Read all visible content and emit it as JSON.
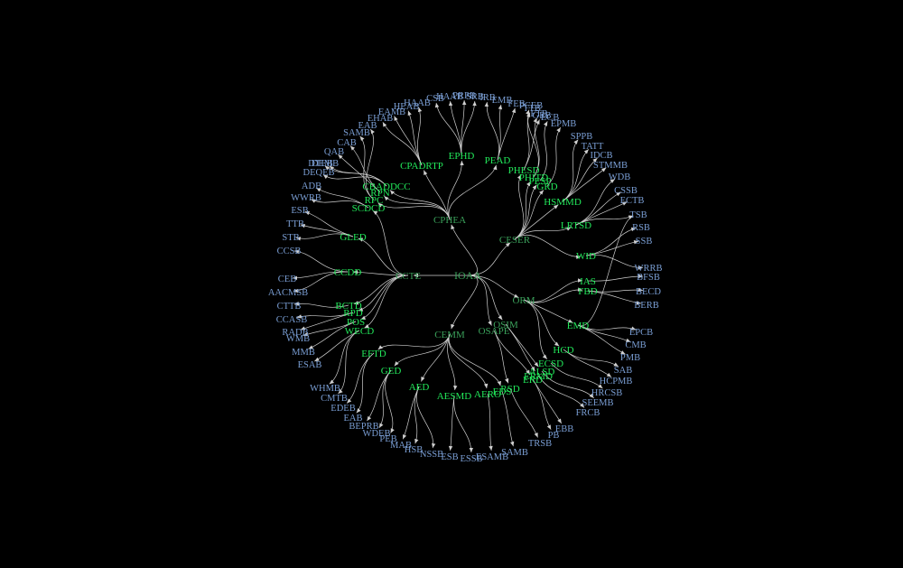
{
  "diagram": {
    "colors": {
      "background": "#000000",
      "edge": "#d0d0d0",
      "root": "#3aa05a",
      "branch": "#3aa05a",
      "mid": "#22e85a",
      "leaf": "#7a9ed4"
    },
    "root": "IOAA",
    "nodes": {
      "IOAA": "IOAA",
      "CPHEA": "CPHEA",
      "CESER": "CESER",
      "ORM": "ORM",
      "OSIM": "OSIM",
      "OSAPE": "OSAPE",
      "CEMM": "CEMM",
      "CCTE": "CCTE",
      "CPADRTP": "CPADRTP",
      "EPHD": "EPHD",
      "PEAD": "PEAD",
      "PHESD": "PHESD",
      "PHITD": "PHITD",
      "PESP": "PESP",
      "GRD": "GRD",
      "HSMMD": "HSMMD",
      "LRTSD": "LRTSD",
      "WID": "WID",
      "IAS": "IAS",
      "FBD": "FBD",
      "EMD": "EMD",
      "HCD": "HCD",
      "ECSD": "ECSD",
      "ALSD": "ALSD",
      "ERD": "ERD",
      "ERMD": "ERMD",
      "RSD": "RSD",
      "EDS": "EDS",
      "AERO": "AERO",
      "AESMD": "AESMD",
      "AED": "AED",
      "GED": "GED",
      "EFTD": "EFTD",
      "WECD": "WECD",
      "POS": "POS",
      "RPD": "RPD",
      "BCTD": "BCTD",
      "CCDD": "CCDD",
      "GLED": "GLED",
      "SCDCD": "SCDCD",
      "RPC": "RPC",
      "RPN": "RPN",
      "CBADDCC": "CBADDCC",
      "CSB": "CSB",
      "HAAB": "HAAB",
      "PRPB": "PRPB",
      "SRB": "SRB",
      "IRB": "IRB",
      "EMB": "EMB",
      "FEB": "FEB",
      "TTB": "TTB",
      "GEB": "GEB",
      "PCEB": "PCEB",
      "FTB": "FTB",
      "ECB": "ECB",
      "EPMB": "EPMB",
      "SPPB": "SPPB",
      "TATT": "TATT",
      "IDCB": "IDCB",
      "STMMB": "STMMB",
      "WDB": "WDB",
      "CSSB": "CSSB",
      "ECTB": "ECTB",
      "TSB": "TSB",
      "RSB": "RSB",
      "SSB": "SSB",
      "WRRB": "WRRB",
      "BFSB": "BFSB",
      "BECD": "BECD",
      "BERB": "BERB",
      "EPCB": "EPCB",
      "CMB": "CMB",
      "PMB": "PMB",
      "SAB": "SAB",
      "HCPMB": "HCPMB",
      "HRCSB": "HRCSB",
      "SEEMB": "SEEMB",
      "FRCB": "FRCB",
      "EBB": "EBB",
      "PB": "PB",
      "TRSB": "TRSB",
      "SAMB": "SAMB",
      "ESAMB": "ESAMB",
      "ESSB": "ESSB",
      "ESB": "ESB",
      "NSSB": "NSSB",
      "HSB": "HSB",
      "MAB": "MAB",
      "PEB": "PEB",
      "WDEB": "WDEB",
      "BEPRB": "BEPRB",
      "EAB": "EAB",
      "EDEB": "EDEB",
      "CMTB": "CMTB",
      "WHMB": "WHMB",
      "ESAB": "ESAB",
      "MMB": "MMB",
      "WMB": "WMB",
      "RADB": "RADB",
      "CCASB": "CCASB",
      "CTTB": "CTTB",
      "AACMSB": "AACMSB",
      "CEB": "CEB",
      "CCSB": "CCSB",
      "STB": "STB",
      "TTB2": "TTB",
      "ESB2": "ESB",
      "WWRB": "WWRB",
      "ADB": "ADB",
      "DEQEB": "DEQEB",
      "DEMB": "DEMB",
      "DTEB": "DTEB",
      "QAB": "QAB",
      "CAB": "CAB",
      "SAMB2": "SAMB",
      "EAB2": "EAB",
      "EHAB": "EHAB",
      "EAMB": "EAMB",
      "HEAB": "HEAB",
      "HAAB2": "HAAB"
    },
    "edges": [
      [
        "IOAA",
        "CPHEA"
      ],
      [
        "IOAA",
        "CESER"
      ],
      [
        "IOAA",
        "ORM"
      ],
      [
        "IOAA",
        "OSIM"
      ],
      [
        "IOAA",
        "OSAPE"
      ],
      [
        "IOAA",
        "CEMM"
      ],
      [
        "IOAA",
        "CCTE"
      ],
      [
        "CPHEA",
        "CPADRTP"
      ],
      [
        "CPHEA",
        "EPHD"
      ],
      [
        "CPHEA",
        "PEAD"
      ],
      [
        "CPHEA",
        "CBADDCC"
      ],
      [
        "CPHEA",
        "RPN"
      ],
      [
        "CPHEA",
        "RPC"
      ],
      [
        "CESER",
        "PHESD"
      ],
      [
        "CESER",
        "PHITD"
      ],
      [
        "CESER",
        "PESP"
      ],
      [
        "CESER",
        "GRD"
      ],
      [
        "CESER",
        "HSMMD"
      ],
      [
        "CESER",
        "LRTSD"
      ],
      [
        "CESER",
        "WID"
      ],
      [
        "ORM",
        "IAS"
      ],
      [
        "ORM",
        "FBD"
      ],
      [
        "ORM",
        "EMD"
      ],
      [
        "ORM",
        "HCD"
      ],
      [
        "ORM",
        "ECSD"
      ],
      [
        "OSIM",
        "ALSD"
      ],
      [
        "OSIM",
        "ERMD"
      ],
      [
        "OSAPE",
        "ERD"
      ],
      [
        "OSAPE",
        "RSD"
      ],
      [
        "CEMM",
        "EDS"
      ],
      [
        "CEMM",
        "AERO"
      ],
      [
        "CEMM",
        "AESMD"
      ],
      [
        "CEMM",
        "AED"
      ],
      [
        "CEMM",
        "GED"
      ],
      [
        "CEMM",
        "EFTD"
      ],
      [
        "CCTE",
        "WECD"
      ],
      [
        "CCTE",
        "POS"
      ],
      [
        "CCTE",
        "RPD"
      ],
      [
        "CCTE",
        "BCTD"
      ],
      [
        "CCTE",
        "CCDD"
      ],
      [
        "CCTE",
        "GLED"
      ],
      [
        "CCTE",
        "SCDCD"
      ],
      [
        "CPADRTP",
        "HAAB2"
      ],
      [
        "CPADRTP",
        "HEAB"
      ],
      [
        "CPADRTP",
        "EAMB"
      ],
      [
        "CPADRTP",
        "EHAB"
      ],
      [
        "EPHD",
        "CSB"
      ],
      [
        "EPHD",
        "HAAB"
      ],
      [
        "EPHD",
        "PRPB"
      ],
      [
        "EPHD",
        "SRB"
      ],
      [
        "PEAD",
        "IRB"
      ],
      [
        "PEAD",
        "EMB"
      ],
      [
        "PEAD",
        "FEB"
      ],
      [
        "PHESD",
        "TTB"
      ],
      [
        "PHESD",
        "GEB"
      ],
      [
        "PHITD",
        "PCEB"
      ],
      [
        "PHITD",
        "FTB"
      ],
      [
        "PESP",
        "ECB"
      ],
      [
        "GRD",
        "EPMB"
      ],
      [
        "HSMMD",
        "SPPB"
      ],
      [
        "HSMMD",
        "TATT"
      ],
      [
        "HSMMD",
        "IDCB"
      ],
      [
        "HSMMD",
        "STMMB"
      ],
      [
        "LRTSD",
        "WDB"
      ],
      [
        "LRTSD",
        "CSSB"
      ],
      [
        "LRTSD",
        "ECTB"
      ],
      [
        "LRTSD",
        "TSB"
      ],
      [
        "WID",
        "RSB"
      ],
      [
        "WID",
        "SSB"
      ],
      [
        "WID",
        "WRRB"
      ],
      [
        "IAS",
        "BFSB"
      ],
      [
        "FBD",
        "BECD"
      ],
      [
        "FBD",
        "BERB"
      ],
      [
        "EMD",
        "TSB"
      ],
      [
        "EMD",
        "EPCB"
      ],
      [
        "EMD",
        "CMB"
      ],
      [
        "EMD",
        "PMB"
      ],
      [
        "HCD",
        "SAB"
      ],
      [
        "HCD",
        "HCPMB"
      ],
      [
        "ECSD",
        "HRCSB"
      ],
      [
        "ALSD",
        "SEEMB"
      ],
      [
        "ERMD",
        "FRCB"
      ],
      [
        "ERD",
        "EBB"
      ],
      [
        "ERD",
        "PB"
      ],
      [
        "RSD",
        "TRSB"
      ],
      [
        "EDS",
        "SAMB"
      ],
      [
        "AERO",
        "ESAMB"
      ],
      [
        "AESMD",
        "ESSB"
      ],
      [
        "AESMD",
        "ESB"
      ],
      [
        "AED",
        "NSSB"
      ],
      [
        "AED",
        "HSB"
      ],
      [
        "AED",
        "MAB"
      ],
      [
        "GED",
        "PEB"
      ],
      [
        "GED",
        "WDEB"
      ],
      [
        "GED",
        "BEPRB"
      ],
      [
        "EFTD",
        "EAB"
      ],
      [
        "EFTD",
        "EDEB"
      ],
      [
        "WECD",
        "CMTB"
      ],
      [
        "WECD",
        "WHMB"
      ],
      [
        "WECD",
        "ESAB"
      ],
      [
        "POS",
        "MMB"
      ],
      [
        "POS",
        "WMB"
      ],
      [
        "RPD",
        "RADB"
      ],
      [
        "RPD",
        "CCASB"
      ],
      [
        "BCTD",
        "CTTB"
      ],
      [
        "CCDD",
        "AACMSB"
      ],
      [
        "CCDD",
        "CEB"
      ],
      [
        "CCDD",
        "CCSB"
      ],
      [
        "GLED",
        "STB"
      ],
      [
        "GLED",
        "TTB2"
      ],
      [
        "GLED",
        "ESB2"
      ],
      [
        "SCDCD",
        "WWRB"
      ],
      [
        "SCDCD",
        "ADB"
      ],
      [
        "CBADDCC",
        "DEQEB"
      ],
      [
        "CBADDCC",
        "DEMB"
      ],
      [
        "CBADDCC",
        "DTEB"
      ],
      [
        "RPN",
        "QAB"
      ],
      [
        "RPN",
        "CAB"
      ],
      [
        "RPC",
        "SAMB2"
      ],
      [
        "RPC",
        "EAB2"
      ]
    ]
  }
}
